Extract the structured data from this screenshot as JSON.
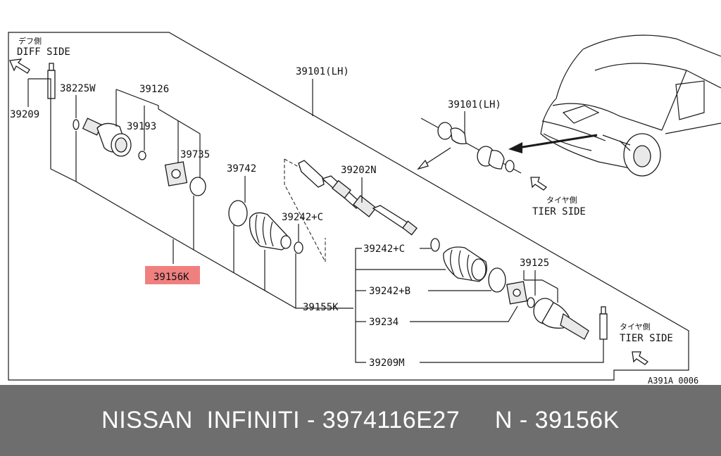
{
  "diagram": {
    "diff_side_jp": "デフ側",
    "diff_side": "DIFF SIDE",
    "tier_side_jp_top": "タイヤ側",
    "tier_side_top": "TIER SIDE",
    "tier_side_jp_bottom": "タイヤ側",
    "tier_side_bottom": "TIER SIDE",
    "ref_code": "A391A 0006",
    "highlight_color": "#f08080",
    "labels": {
      "p39209": "39209",
      "p38225w": "38225W",
      "p39126": "39126",
      "p39193": "39193",
      "p39735": "39735",
      "p39742": "39742",
      "p39101_main": "39101(LH)",
      "p39101_inset": "39101(LH)",
      "p39202n": "39202N",
      "p39242c_a": "39242+C",
      "p39156k": "39156K",
      "p39242c_b": "39242+C",
      "p39125": "39125",
      "p39242b": "39242+B",
      "p39155k": "39155K",
      "p39234": "39234",
      "p39209m": "39209M"
    }
  },
  "footer": {
    "text": "NISSAN  INFINITI - 3974116E27     N - 39156K"
  }
}
